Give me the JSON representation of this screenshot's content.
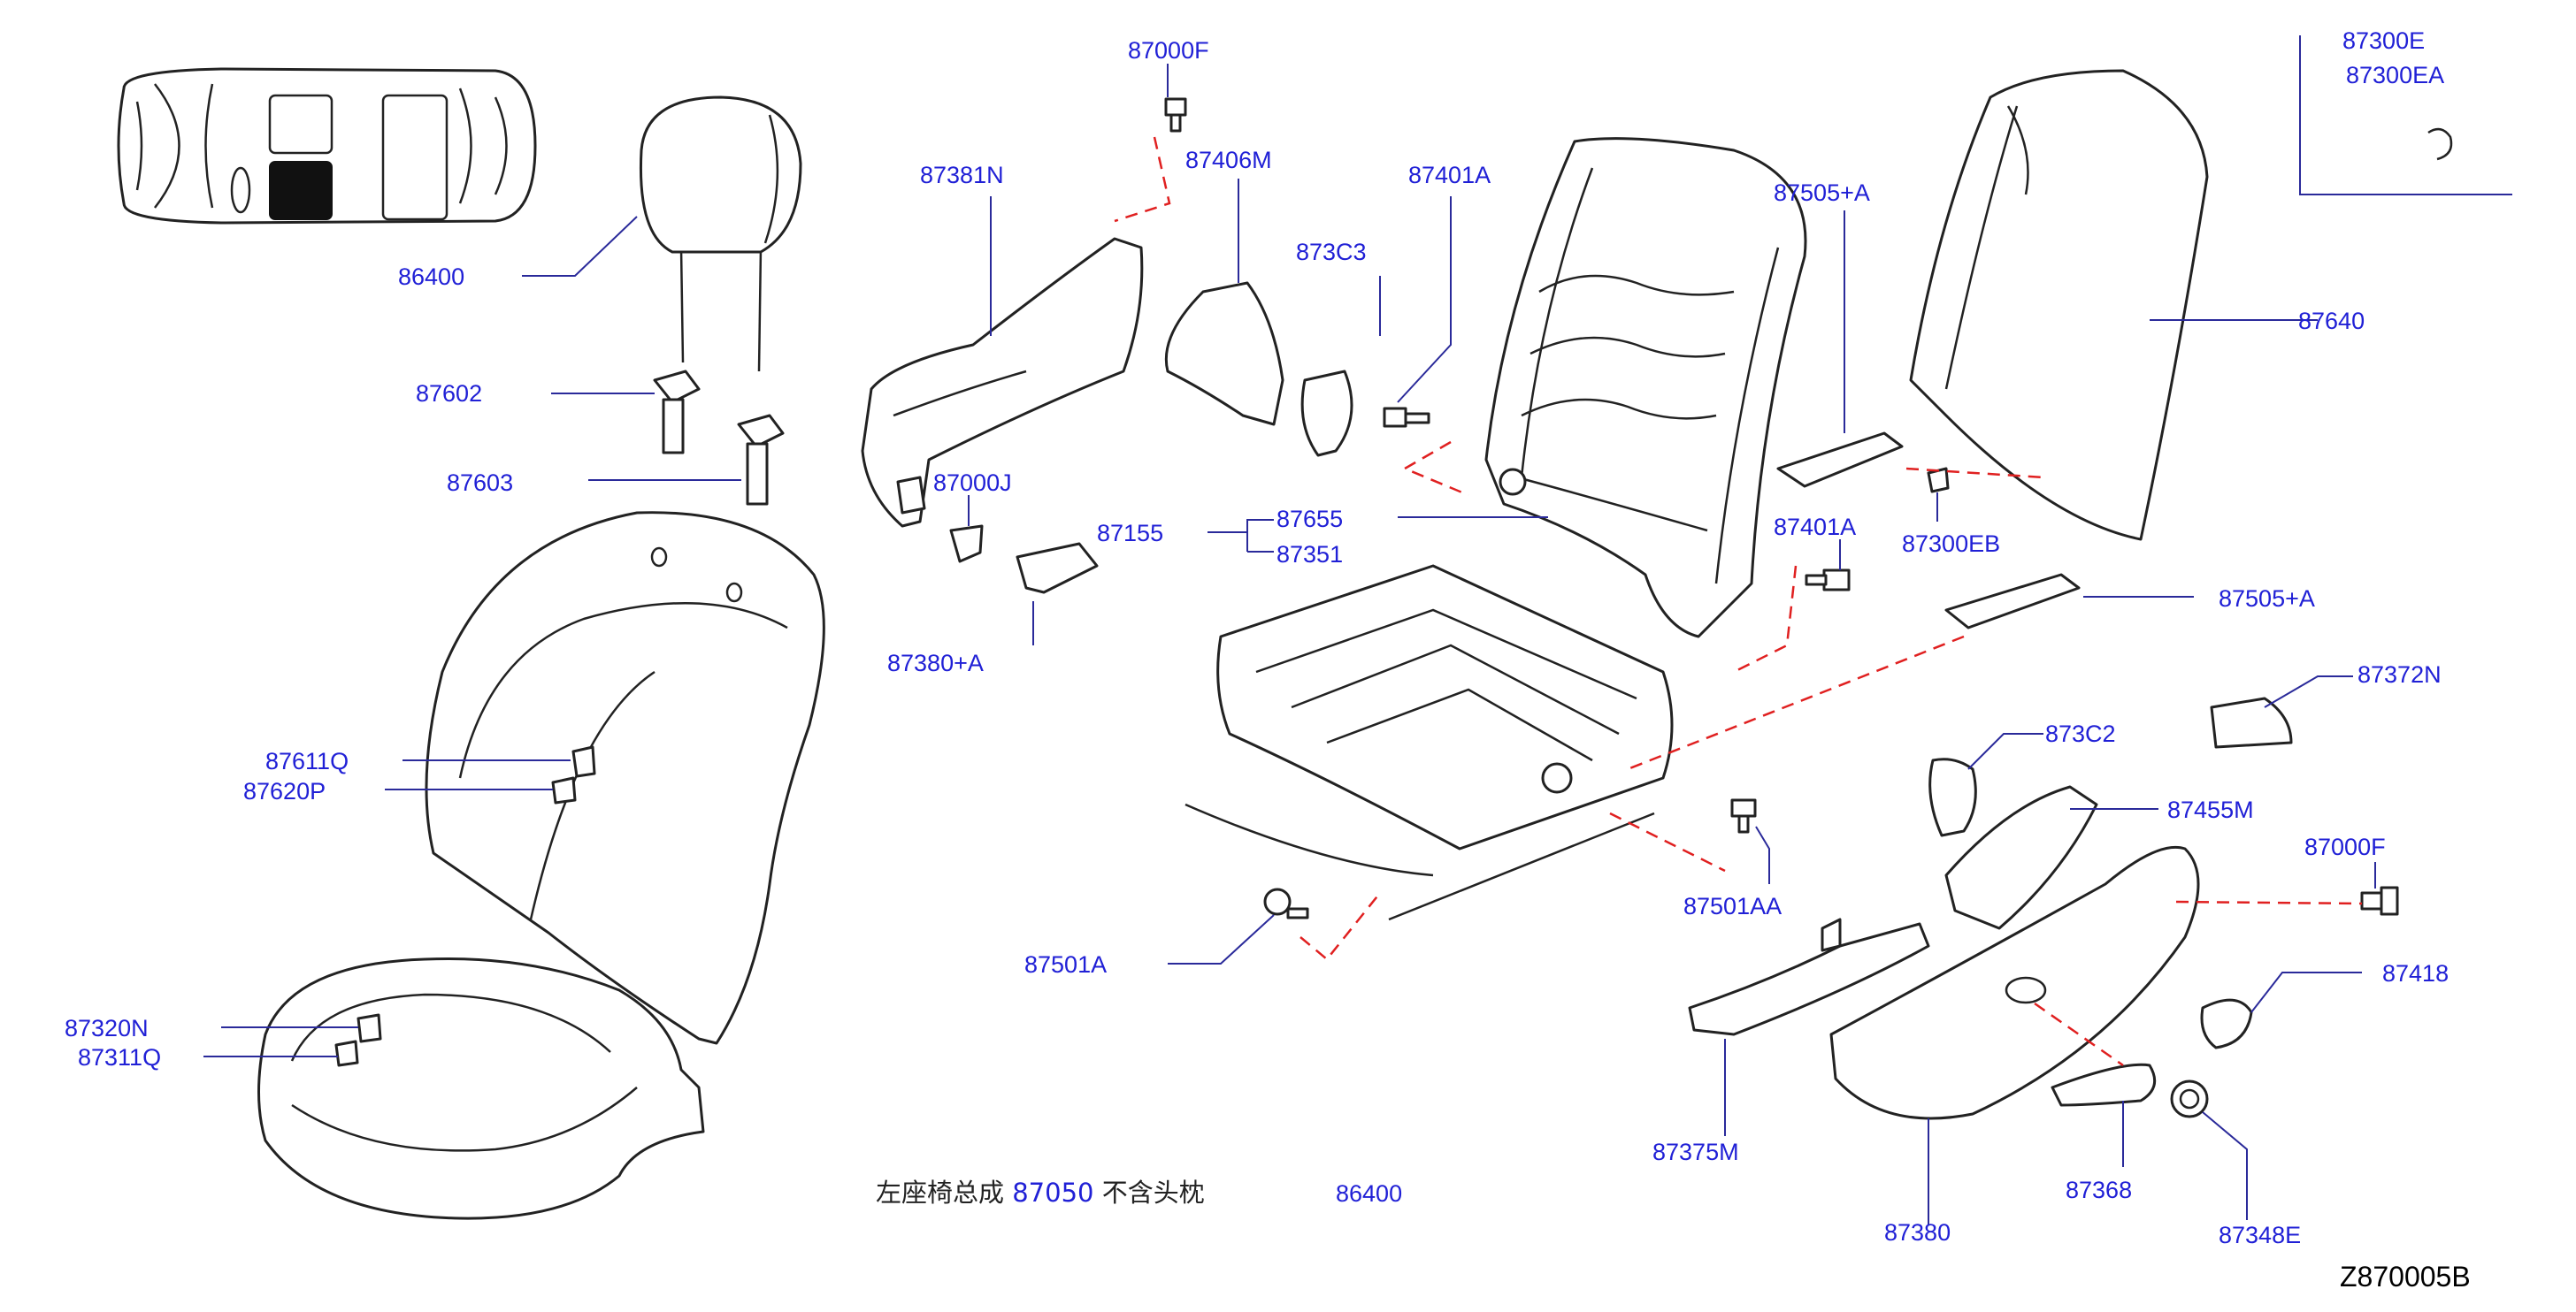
{
  "parts": [
    {
      "key": "p87000F_top",
      "label": "87000F"
    },
    {
      "key": "p87381N",
      "label": "87381N"
    },
    {
      "key": "p87406M",
      "label": "87406M"
    },
    {
      "key": "p87401A_top",
      "label": "87401A"
    },
    {
      "key": "p873C3",
      "label": "873C3"
    },
    {
      "key": "p87505A_top",
      "label": "87505+A"
    },
    {
      "key": "p87300E",
      "label": "87300E"
    },
    {
      "key": "p87300EA",
      "label": "87300EA"
    },
    {
      "key": "p86400",
      "label": "86400"
    },
    {
      "key": "p87640",
      "label": "87640"
    },
    {
      "key": "p87602",
      "label": "87602"
    },
    {
      "key": "p87603",
      "label": "87603"
    },
    {
      "key": "p87000J",
      "label": "87000J"
    },
    {
      "key": "p87155",
      "label": "87155"
    },
    {
      "key": "p87655",
      "label": "87655"
    },
    {
      "key": "p87351",
      "label": "87351"
    },
    {
      "key": "p87300EB",
      "label": "87300EB"
    },
    {
      "key": "p87401A_mid",
      "label": "87401A"
    },
    {
      "key": "p87505A_mid",
      "label": "87505+A"
    },
    {
      "key": "p87380A",
      "label": "87380+A"
    },
    {
      "key": "p87372N",
      "label": "87372N"
    },
    {
      "key": "p873C2",
      "label": "873C2"
    },
    {
      "key": "p87611Q",
      "label": "87611Q"
    },
    {
      "key": "p87620P",
      "label": "87620P"
    },
    {
      "key": "p87455M",
      "label": "87455M"
    },
    {
      "key": "p87000F_right",
      "label": "87000F"
    },
    {
      "key": "p87501AA",
      "label": "87501AA"
    },
    {
      "key": "p87501A",
      "label": "87501A"
    },
    {
      "key": "p87418",
      "label": "87418"
    },
    {
      "key": "p87320N",
      "label": "87320N"
    },
    {
      "key": "p87311Q",
      "label": "87311Q"
    },
    {
      "key": "p87375M",
      "label": "87375M"
    },
    {
      "key": "p87368",
      "label": "87368"
    },
    {
      "key": "p87380",
      "label": "87380"
    },
    {
      "key": "p87348E",
      "label": "87348E"
    },
    {
      "key": "p86400_note",
      "label": "86400"
    }
  ],
  "note": {
    "prefix": "左座椅总成",
    "number": "87050",
    "suffix": "不含头枕"
  },
  "diagram_code": "Z870005B",
  "colors": {
    "label": "#2020d6",
    "leader": "#2a2a9a",
    "dashed": "#e02020",
    "line": "#222222"
  }
}
